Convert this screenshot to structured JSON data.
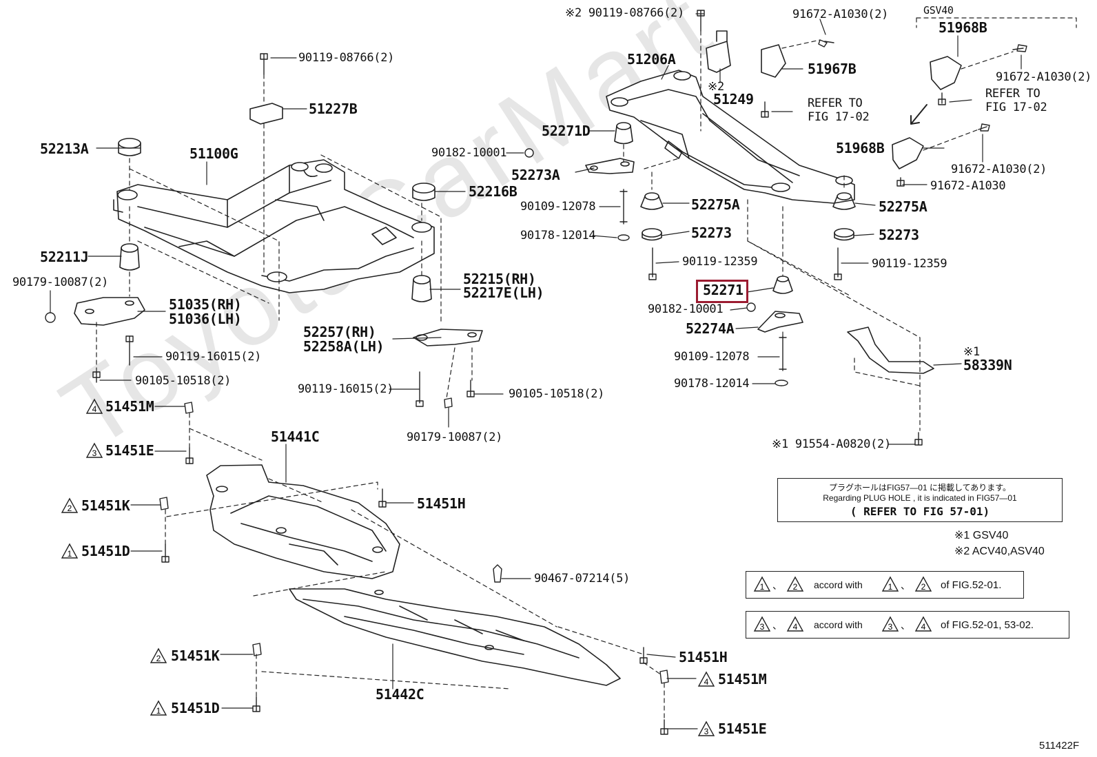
{
  "figure_id": "511422F",
  "watermark": "ToyotaCarMart",
  "labels": {
    "p_90119_08766_top": "※2 90119-08766(2)",
    "p_91672_a1030_2_top": "91672-A1030(2)",
    "p_gsv40": "GSV40",
    "p_51968b_top": "51968B",
    "p_90119_08766_left": "90119-08766(2)",
    "p_51206a": "51206A",
    "p_51967b": "51967B",
    "p_91672_a1030_2_mid": "91672-A1030(2)",
    "p_51227b": "51227B",
    "p_ref2": "※2",
    "p_51249": "51249",
    "p_refer1": "REFER TO",
    "p_fig1702_1": "FIG 17-02",
    "p_refer2": "REFER TO",
    "p_fig1702_2": "FIG 17-02",
    "p_52271d": "52271D",
    "p_52213a": "52213A",
    "p_51100g": "51100G",
    "p_90182_top": "90182-10001",
    "p_51968b_bot": "51968B",
    "p_91672_a1030_2_low": "91672-A1030(2)",
    "p_52273a": "52273A",
    "p_91672_a1030": "91672-A1030",
    "p_52216b": "52216B",
    "p_90109_12078_top": "90109-12078",
    "p_52275a_l": "52275A",
    "p_52275a_r": "52275A",
    "p_90178_12014_top": "90178-12014",
    "p_52273_l": "52273",
    "p_52273_r": "52273",
    "p_52211j": "52211J",
    "p_90119_12359_l": "90119-12359",
    "p_90119_12359_r": "90119-12359",
    "p_90179_10087_l": "90179-10087(2)",
    "p_52215": "52215(RH)",
    "p_52217e": "52217E(LH)",
    "p_51035": "51035(RH)",
    "p_51036": "51036(LH)",
    "p_52271": "52271",
    "p_90182_bot": "90182-10001",
    "p_52274a": "52274A",
    "p_52257": "52257(RH)",
    "p_52258a": "52258A(LH)",
    "p_90119_16015_l": "90119-16015(2)",
    "p_90109_12078_bot": "90109-12078",
    "p_ref1": "※1",
    "p_58339n": "58339N",
    "p_90105_10518_l": "90105-10518(2)",
    "p_90178_12014_bot": "90178-12014",
    "p_90119_16015_m": "90119-16015(2)",
    "p_90105_10518_m": "90105-10518(2)",
    "p_51451m_top": "51451M",
    "p_90179_10087_m": "90179-10087(2)",
    "p_91554": "※1 91554-A0820(2)",
    "p_51441c": "51441C",
    "p_51451e_top": "51451E",
    "p_51451h_top": "51451H",
    "p_51451k_top": "51451K",
    "p_51451d_top": "51451D",
    "p_90467": "90467-07214(5)",
    "p_51451k_bot": "51451K",
    "p_51451h_bot": "51451H",
    "p_51451m_bot": "51451M",
    "p_51442c": "51442C",
    "p_51451d_bot": "51451D",
    "p_51451e_bot": "51451E"
  },
  "triangles": {
    "t_51451m_top": "4",
    "t_51451e_top": "3",
    "t_51451k_top": "2",
    "t_51451d_top": "1",
    "t_51451k_bot": "2",
    "t_51451d_bot": "1",
    "t_51451m_bot": "4",
    "t_51451e_bot": "3"
  },
  "plug_note": {
    "jp": "プラグホールはFIG57—01 に掲載してあります。",
    "en": "Regarding  PLUG HOLE , it is indicated  in  FIG57—01",
    "ref": "( REFER TO FIG 57-01)"
  },
  "applicability": {
    "n1": "※1 GSV40",
    "n2": "※2 ACV40,ASV40"
  },
  "accord_note_1": {
    "a": "1",
    "b": "2",
    "mid": "accord with",
    "c": "1",
    "d": "2",
    "tail": "of FIG.52-01."
  },
  "accord_note_2": {
    "a": "3",
    "b": "4",
    "mid": "accord with",
    "c": "3",
    "d": "4",
    "tail": "of FIG.52-01, 53-02."
  },
  "separator": "、",
  "highlight_part": "52271",
  "colors": {
    "highlight": "#9b1b30",
    "line": "#222222",
    "watermark": "#e6e6e6"
  }
}
